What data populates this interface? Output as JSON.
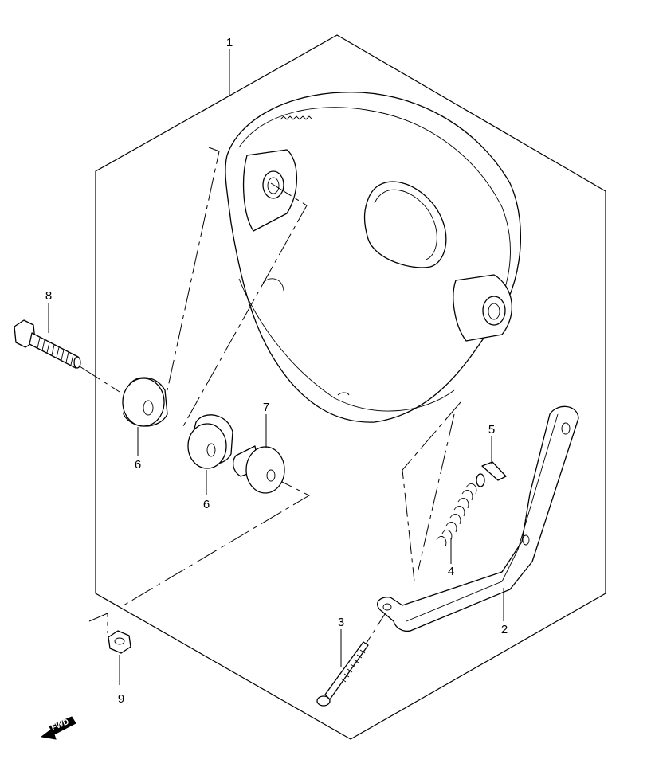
{
  "diagram": {
    "callouts": [
      {
        "id": "callout-1",
        "label": "1"
      },
      {
        "id": "callout-2",
        "label": "2"
      },
      {
        "id": "callout-3",
        "label": "3"
      },
      {
        "id": "callout-4",
        "label": "4"
      },
      {
        "id": "callout-5",
        "label": "5"
      },
      {
        "id": "callout-6a",
        "label": "6"
      },
      {
        "id": "callout-6b",
        "label": "6"
      },
      {
        "id": "callout-7",
        "label": "7"
      },
      {
        "id": "callout-8",
        "label": "8"
      },
      {
        "id": "callout-9",
        "label": "9"
      }
    ],
    "fwd_arrow": {
      "label": "FWD"
    }
  }
}
